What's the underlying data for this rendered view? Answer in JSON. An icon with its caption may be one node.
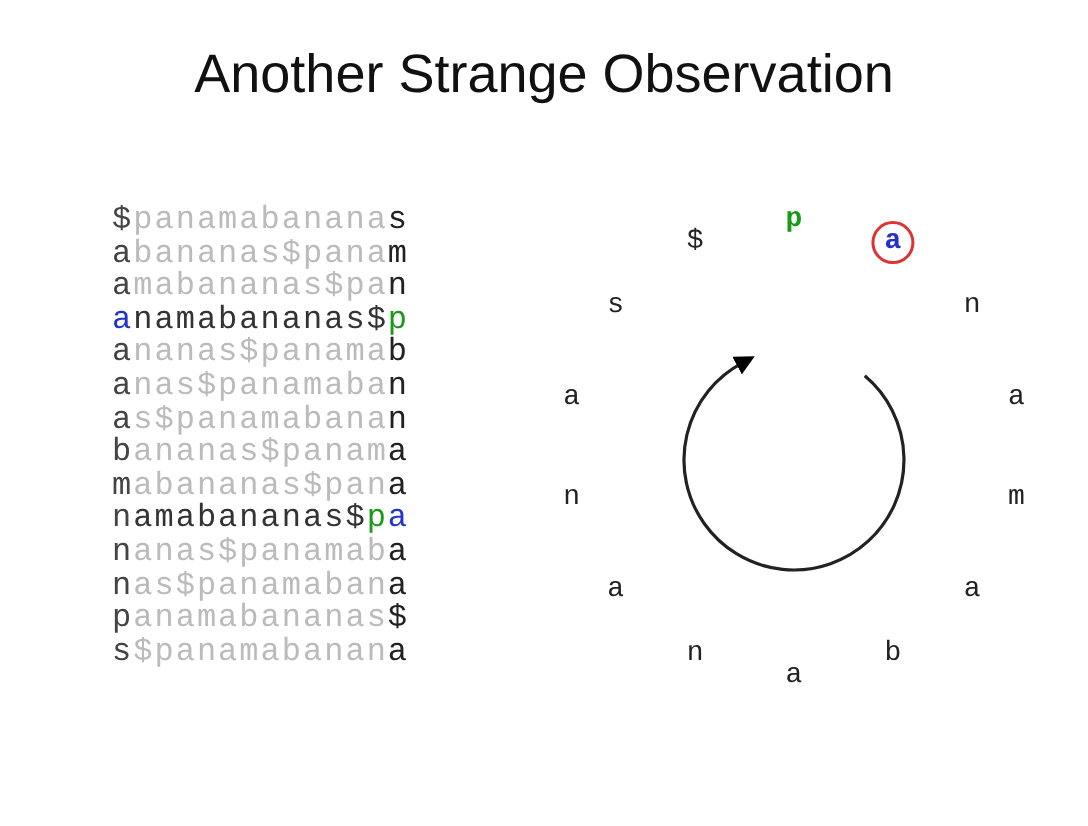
{
  "diagram": {
    "title": "Another Strange Observation",
    "labels": [
      "$panamabananas",
      "abananas$panam",
      "amabananas$pan",
      "anamabananas$p",
      "ananas$panamab",
      "anas$panamaban",
      "as$panamabanan",
      "bananas$panama",
      "mabananas$pana",
      "namabananas$pa",
      "nanas$panamaba",
      "nas$panamabana",
      "panamabananas$",
      "s$panamabanana",
      "p",
      "a",
      "n",
      "a",
      "m",
      "a",
      "b",
      "a",
      "n",
      "a",
      "n",
      "a",
      "s",
      "$"
    ]
  }
}
